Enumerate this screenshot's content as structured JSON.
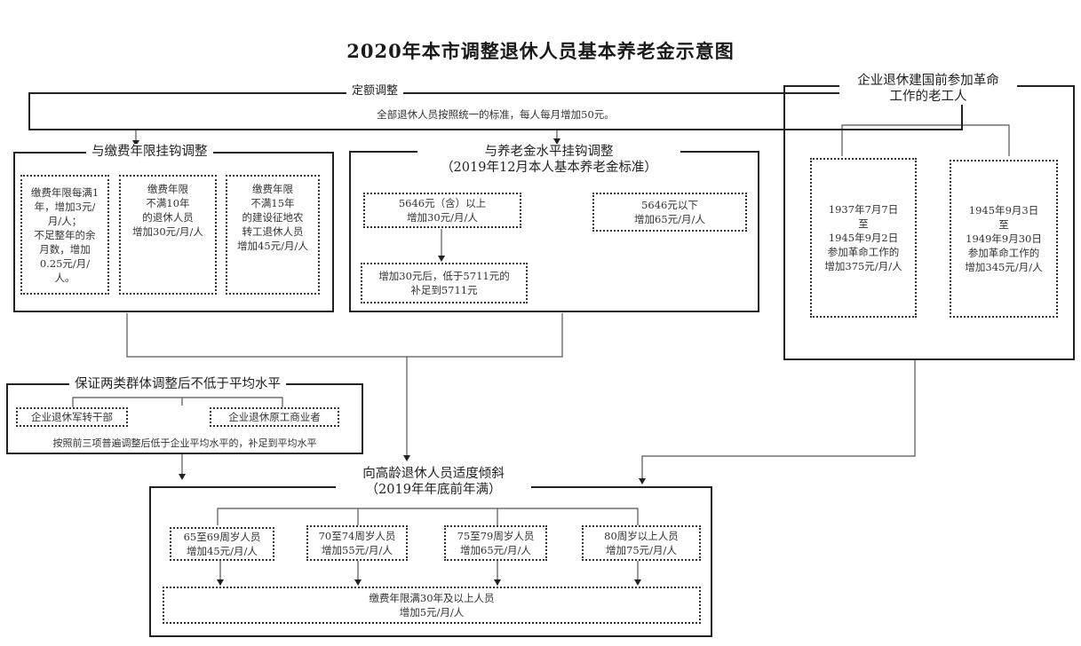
{
  "title": "2020年本市调整退休人员基本养老金示意图",
  "fixed": {
    "header": "定额调整",
    "text": "全部退休人员按照统一的标准，每人每月增加50元。"
  },
  "years": {
    "header": "与缴费年限挂钩调整",
    "boxes": [
      {
        "lines": [
          "缴费年限每满1",
          "年，增加3元/",
          "月/人；",
          "不足整年的余",
          "月数，增加",
          "0.25元/月/",
          "人。"
        ]
      },
      {
        "lines": [
          "缴费年限",
          "不满10年",
          "的退休人员",
          "增加30元/月/人"
        ]
      },
      {
        "lines": [
          "缴费年限",
          "不满15年",
          "的建设征地农",
          "转工退休人员",
          "增加45元/月/人"
        ]
      }
    ]
  },
  "level": {
    "header": [
      "与养老金水平挂钩调整",
      "（2019年12月本人基本养老金标准）"
    ],
    "above": [
      "5646元（含）以上",
      "增加30元/月/人"
    ],
    "below": [
      "5646元以下",
      "增加65元/月/人"
    ],
    "after": [
      "增加30元后，低于5711元的",
      "补足到5711元"
    ]
  },
  "veterans": {
    "header": [
      "企业退休建国前参加革命",
      "工作的老工人"
    ],
    "boxes": [
      {
        "lines": [
          "1937年7月7日",
          "至",
          "1945年9月2日",
          "参加革命工作的",
          "增加375元/月/人"
        ]
      },
      {
        "lines": [
          "1945年9月3日",
          "至",
          "1949年9月30日",
          "参加革命工作的",
          "增加345元/月/人"
        ]
      }
    ]
  },
  "guarantee": {
    "header": "保证两类群体调整后不低于平均水平",
    "group1": "企业退休军转干部",
    "group2": "企业退休原工商业者",
    "note": "按照前三项普遍调整后低于企业平均水平的，补足到平均水平"
  },
  "elderly": {
    "header": [
      "向高龄退休人员适度倾斜",
      "（2019年年底前年满）"
    ],
    "boxes": [
      {
        "lines": [
          "65至69周岁人员",
          "增加45元/月/人"
        ]
      },
      {
        "lines": [
          "70至74周岁人员",
          "增加55元/月/人"
        ]
      },
      {
        "lines": [
          "75至79周岁人员",
          "增加65元/月/人"
        ]
      },
      {
        "lines": [
          "80周岁以上人员",
          "增加75元/月/人"
        ]
      }
    ],
    "extra": [
      "缴费年限满30年及以上人员",
      "增加5元/月/人"
    ]
  }
}
